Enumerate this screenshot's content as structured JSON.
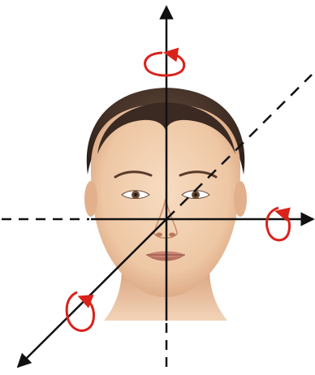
{
  "diagram": {
    "subject": "face-illustration",
    "axes": [
      {
        "id": "vertical-axis",
        "rotation_indicator": true
      },
      {
        "id": "horizontal-axis",
        "rotation_indicator": true
      },
      {
        "id": "depth-axis",
        "rotation_indicator": true
      }
    ]
  },
  "colors": {
    "axis": "#111111",
    "rotation_arrow": "#d8231b",
    "skin": "#eec7a4",
    "skin_shadow": "#d9a27e",
    "hair": "#3a2a22",
    "lips": "#c98474",
    "background": "#ffffff"
  }
}
